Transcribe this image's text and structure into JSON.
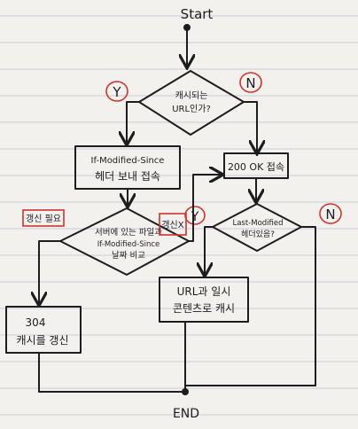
{
  "labels": {
    "start": "Start",
    "end": "END",
    "decision_cached_line1": "캐시되는",
    "decision_cached_line2": "URL인가?",
    "yes": "Y",
    "no": "N",
    "process_header_line1": "If-Modified-Since",
    "process_header_line2": "헤더 보내 접속",
    "process_200": "200 OK 접속",
    "decision_server_line1": "서버에 있는 파일과",
    "decision_server_line2": "If-Modified-Since",
    "decision_server_line3": "날짜 비교",
    "update_needed": "갱신 필요",
    "update": "갱신X",
    "decision_lastmod_line1": "Last-Modified",
    "decision_lastmod_line2": "헤더있음?",
    "process_cache_line1": "URL과 일시",
    "process_cache_line2": "콘텐츠로 캐시",
    "process_304_line1": "304",
    "process_304_line2": "캐시를 갱신"
  }
}
